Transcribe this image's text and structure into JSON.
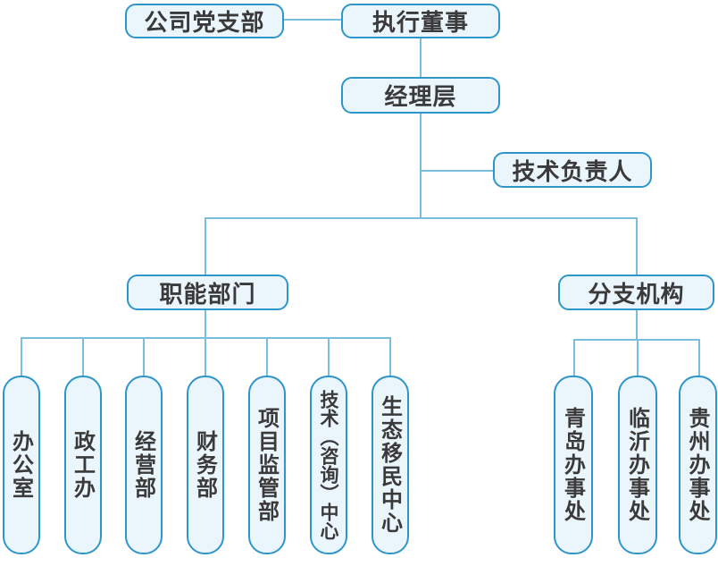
{
  "org": {
    "party_branch": "公司党支部",
    "executive_director": "执行董事",
    "management_layer": "经理层",
    "technical_lead": "技术负责人",
    "functional_departments_label": "职能部门",
    "branch_offices_label": "分支机构",
    "departments": [
      "办公室",
      "政工办",
      "经营部",
      "财务部",
      "项目监管部",
      "技术（咨询）中心",
      "生态移民中心"
    ],
    "branches": [
      "青岛办事处",
      "临沂办事处",
      "贵州办事处"
    ]
  },
  "colors": {
    "box_border": "#2e96c8",
    "box_fill": "#ebf5fc",
    "connector": "#79bedd",
    "text": "#3a3a3a"
  }
}
